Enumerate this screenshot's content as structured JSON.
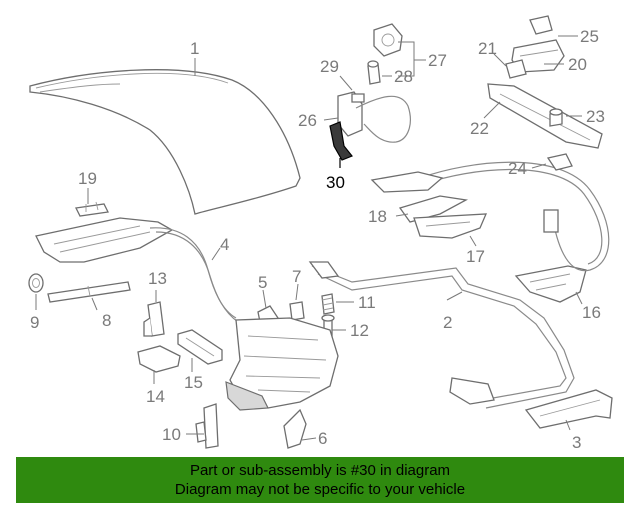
{
  "callouts": {
    "c1": "1",
    "c2": "2",
    "c3": "3",
    "c4": "4",
    "c5": "5",
    "c6": "6",
    "c7": "7",
    "c8": "8",
    "c9": "9",
    "c10": "10",
    "c11": "11",
    "c12": "12",
    "c13": "13",
    "c14": "14",
    "c15": "15",
    "c16": "16",
    "c17": "17",
    "c18": "18",
    "c19": "19",
    "c20": "20",
    "c21": "21",
    "c22": "22",
    "c23": "23",
    "c24": "24",
    "c25": "25",
    "c26": "26",
    "c27": "27",
    "c28": "28",
    "c29": "29",
    "c30": "30"
  },
  "highlight_color": "#2f8a0f",
  "banner": {
    "line1": "Part or sub-assembly is #30 in diagram",
    "line2": "Diagram may not be specific to your vehicle"
  }
}
